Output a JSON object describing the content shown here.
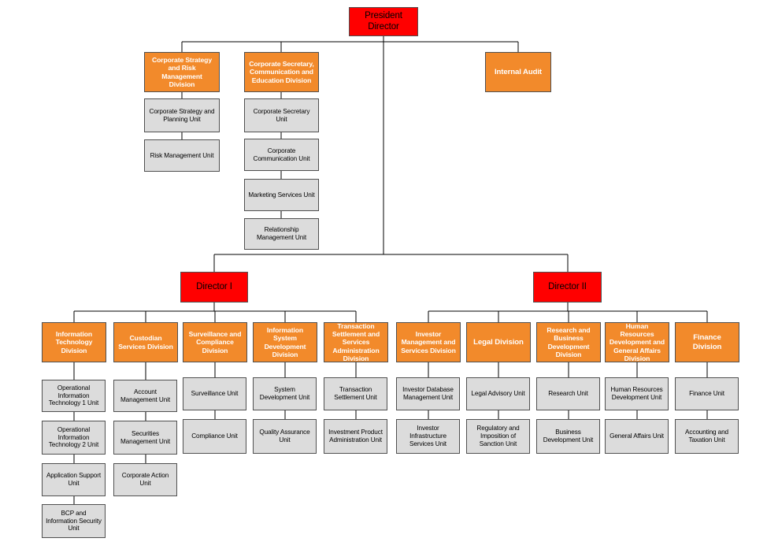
{
  "colors": {
    "director": "#ff0000",
    "division": "#f28a2b",
    "unit": "#dcdcdc",
    "line": "#000000"
  },
  "president": "President Director",
  "directors": {
    "d1": "Director I",
    "d2": "Director II"
  },
  "top": {
    "strategy": {
      "label": "Corporate Strategy and Risk Management Division",
      "units": [
        "Corporate Strategy and Planning Unit",
        "Risk Management Unit"
      ]
    },
    "secretary": {
      "label": "Corporate Secretary, Communication and Education Division",
      "units": [
        "Corporate Secretary Unit",
        "Corporate Communication Unit",
        "Marketing Services Unit",
        "Relationship Management Unit"
      ]
    },
    "audit": {
      "label": "Internal Audit"
    }
  },
  "director1_divisions": [
    {
      "label": "Information Technology Division",
      "units": [
        "Operational Information Technology 1 Unit",
        "Operational Information Technology 2 Unit",
        "Application Support Unit",
        "BCP and Information Security Unit"
      ]
    },
    {
      "label": "Custodian Services Division",
      "units": [
        "Account Management Unit",
        "Securities Management Unit",
        "Corporate Action Unit"
      ]
    },
    {
      "label": "Surveillance and Compliance Division",
      "units": [
        "Surveillance Unit",
        "Compliance Unit"
      ]
    },
    {
      "label": "Information System Development Division",
      "units": [
        "System Development Unit",
        "Quality Assurance Unit"
      ]
    },
    {
      "label": "Transaction Settlement and Services Administration Division",
      "units": [
        "Transaction Settlement Unit",
        "Investment Product Administration Unit"
      ]
    }
  ],
  "director2_divisions": [
    {
      "label": "Investor Management and Services Division",
      "units": [
        "Investor Database Management Unit",
        "Investor Infrastructure Services Unit"
      ]
    },
    {
      "label": "Legal Division",
      "units": [
        "Legal Advisory Unit",
        "Regulatory and Imposition of Sanction Unit"
      ]
    },
    {
      "label": "Research and Business Development Division",
      "units": [
        "Research Unit",
        "Business Development Unit"
      ]
    },
    {
      "label": "Human Resources Development and General Affairs Division",
      "units": [
        "Human Resources Development Unit",
        "General Affairs Unit"
      ]
    },
    {
      "label": "Finance Division",
      "units": [
        "Finance Unit",
        "Accounting and Taxation Unit"
      ]
    }
  ]
}
